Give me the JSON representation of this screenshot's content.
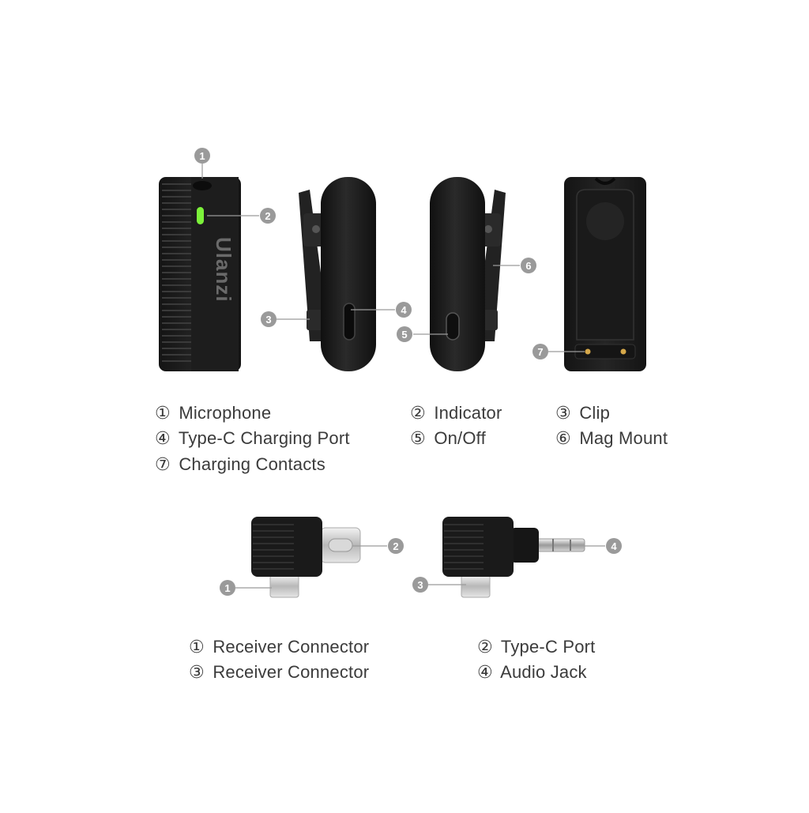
{
  "brand": "Ulanzi",
  "colors": {
    "body": "#1c1c1c",
    "edge": "#2c2c2c",
    "indicator": "#7cf23a",
    "contact": "#d6a84a",
    "badge": "#9a9a9a",
    "leader": "#9a9a9a"
  },
  "callouts": [
    "1",
    "2",
    "3",
    "4",
    "5",
    "6",
    "7"
  ],
  "adapter_callouts": [
    "1",
    "2",
    "3",
    "4"
  ],
  "legend_top": [
    {
      "num": "①",
      "label": "Microphone"
    },
    {
      "num": "②",
      "label": "Indicator"
    },
    {
      "num": "③",
      "label": "Clip"
    },
    {
      "num": "④",
      "label": "Type-C Charging Port"
    },
    {
      "num": "⑤",
      "label": "On/Off"
    },
    {
      "num": "⑥",
      "label": "Mag Mount"
    },
    {
      "num": "⑦",
      "label": "Charging Contacts"
    }
  ],
  "legend_bottom": [
    {
      "num": "①",
      "label": "Receiver Connector"
    },
    {
      "num": "②",
      "label": "Type-C Port"
    },
    {
      "num": "③",
      "label": "Receiver Connector"
    },
    {
      "num": "④",
      "label": "Audio Jack"
    }
  ]
}
